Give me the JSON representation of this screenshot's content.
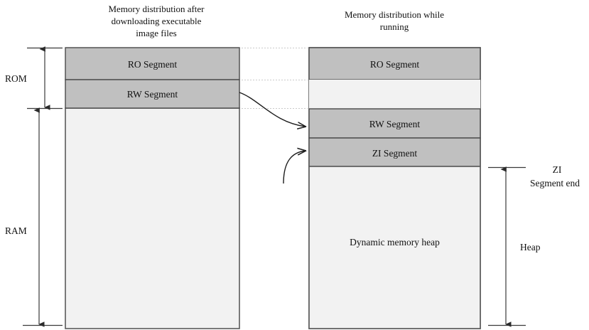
{
  "figure": {
    "title_left_lines": [
      "Memory distribution after",
      "downloading executable",
      "image files"
    ],
    "title_right_lines": [
      "Memory distribution while",
      "running"
    ]
  },
  "colors": {
    "segment_fill": "#c0c0c0",
    "empty_fill": "#f2f2f2",
    "outline": "#5a5a5a",
    "guide": "#c9c9c9",
    "text": "#111111",
    "background": "#ffffff"
  },
  "left_column": {
    "name": "Memory distribution after downloading executable image files",
    "segments": [
      {
        "label": "RO Segment",
        "fill": "segment"
      },
      {
        "label": "RW Segment",
        "fill": "segment"
      },
      {
        "label": "",
        "fill": "empty"
      }
    ]
  },
  "right_column": {
    "name": "Memory distribution while running",
    "segments": [
      {
        "label": "RO Segment",
        "fill": "segment"
      },
      {
        "label": "",
        "fill": "empty"
      },
      {
        "label": "RW Segment",
        "fill": "segment"
      },
      {
        "label": "ZI Segment",
        "fill": "segment"
      },
      {
        "label": "Dynamic memory heap",
        "fill": "empty"
      }
    ]
  },
  "left_axis": {
    "rom_label": "ROM",
    "ram_label": "RAM"
  },
  "right_axis": {
    "zi_end_label_lines": [
      "ZI",
      "Segment end"
    ],
    "heap_label": "Heap"
  },
  "flows": [
    {
      "name": "rw-segment-relocation",
      "from": "RW Segment (load view)",
      "to": "RW Segment (run view)"
    },
    {
      "name": "zi-segment-creation",
      "from": "ZI initialization",
      "to": "ZI Segment (run view)"
    }
  ]
}
